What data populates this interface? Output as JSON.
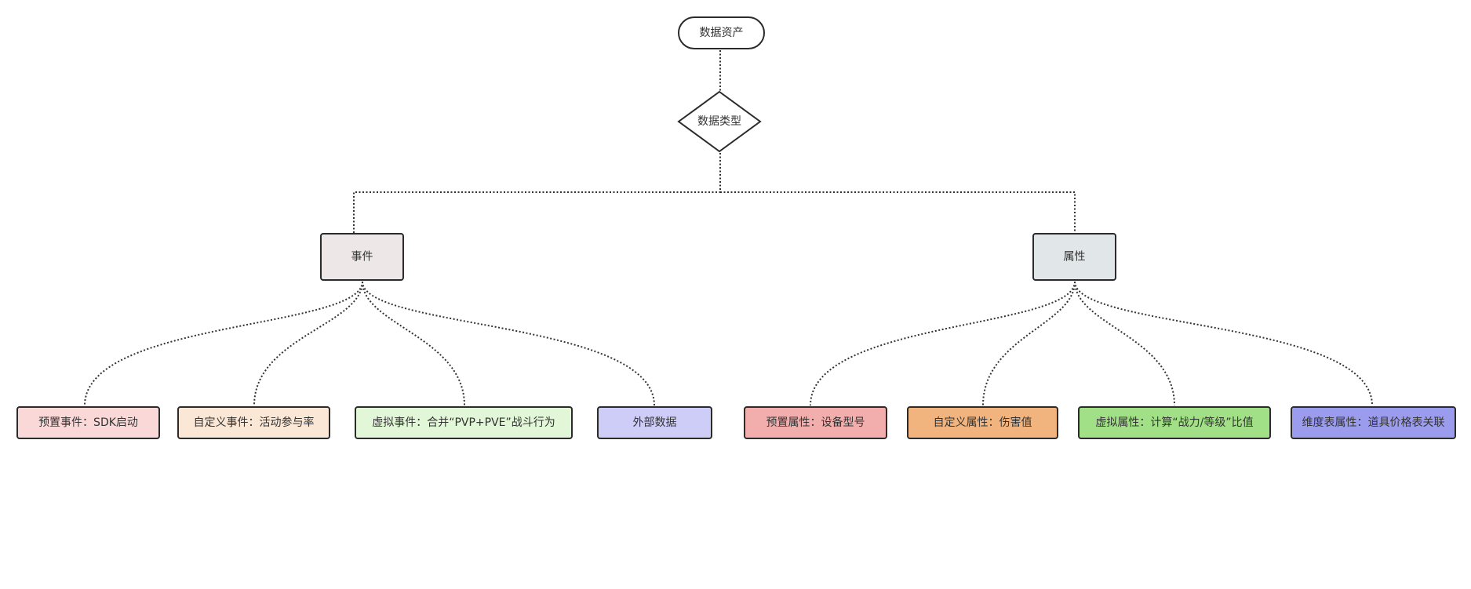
{
  "root": {
    "label": "数据资产"
  },
  "decision": {
    "label": "数据类型"
  },
  "categories": [
    {
      "label": "事件",
      "color": "#ede8e7",
      "children": [
        {
          "label": "预置事件：SDK启动",
          "color": "#fad8d8"
        },
        {
          "label": "自定义事件：活动参与率",
          "color": "#fbe7d6"
        },
        {
          "label": "虚拟事件：合并“PVP+PVE”战斗行为",
          "color": "#e2f6d8"
        },
        {
          "label": "外部数据",
          "color": "#cdcdf8"
        }
      ]
    },
    {
      "label": "属性",
      "color": "#e1e6e9",
      "children": [
        {
          "label": "预置属性：设备型号",
          "color": "#f2adad"
        },
        {
          "label": "自定义属性：伤害值",
          "color": "#f2b47e"
        },
        {
          "label": "虚拟属性：计算“战力/等级”比值",
          "color": "#a2e087"
        },
        {
          "label": "维度表属性：道具价格表关联",
          "color": "#9c9cef"
        }
      ]
    }
  ]
}
